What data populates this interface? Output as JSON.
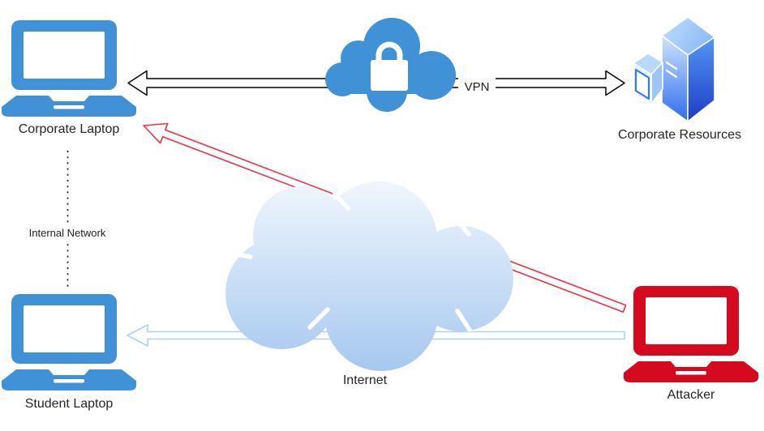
{
  "diagram": {
    "description": "Network diagram of a VPN protecting a corporate laptop from an attacker on the internet",
    "nodes": {
      "corporate_laptop": {
        "label": "Corporate Laptop",
        "icon": "laptop-icon",
        "color": "#4191d6"
      },
      "corporate_resources": {
        "label": "Corporate Resources",
        "icon": "server-icon",
        "colors": [
          "#d6e9fd",
          "#2b6bef",
          "#5598f4",
          "#1b3bc4",
          "#c4dffc",
          "#7eb4f6"
        ]
      },
      "student_laptop": {
        "label": "Student Laptop",
        "icon": "laptop-icon",
        "color": "#4191d6"
      },
      "attacker": {
        "label": "Attacker",
        "icon": "laptop-icon",
        "color": "#d50a1e"
      },
      "internet": {
        "label": "Internet",
        "icon": "cloud-icon",
        "gradient_top": "#f0f6fe",
        "gradient_bottom": "#a5c7ef"
      },
      "vpn_gateway": {
        "icon": "cloud-lock-icon",
        "color": "#4191d6",
        "lock_color": "#ffffff"
      }
    },
    "edges": {
      "vpn_tunnel": {
        "label": "VPN",
        "from": "corporate_laptop",
        "to": "corporate_resources",
        "style": "double-headed-open-arrow",
        "color": "#000000"
      },
      "attack_on_corporate": {
        "from": "attacker",
        "to": "corporate_laptop",
        "style": "open-arrow",
        "color": "#ef3147"
      },
      "attack_on_student": {
        "from": "attacker",
        "to": "student_laptop",
        "style": "open-arrow",
        "color": "#b0d0f2"
      },
      "internal_network": {
        "label": "Internal Network",
        "from": "corporate_laptop",
        "to": "student_laptop",
        "style": "dotted-line",
        "color": "#1a1a1a"
      }
    }
  }
}
